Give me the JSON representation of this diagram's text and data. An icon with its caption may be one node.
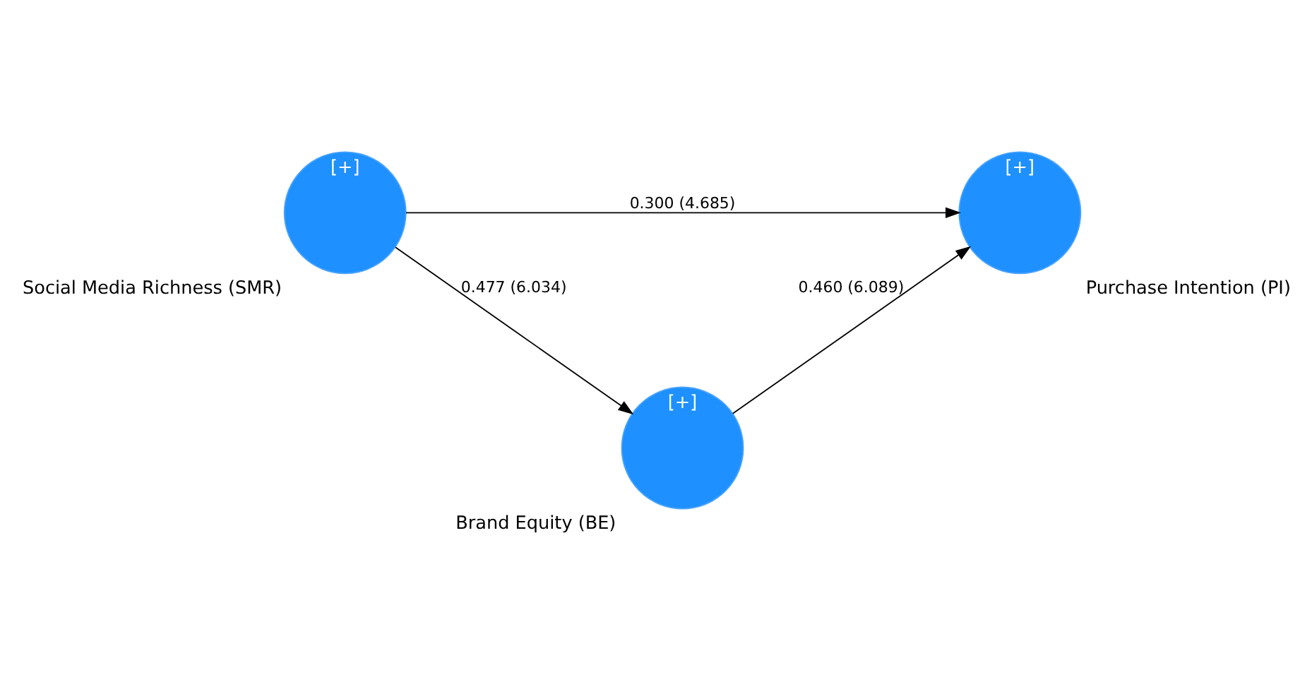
{
  "diagram": {
    "nodes": [
      {
        "text": [
          "[+]",
          "Social Media Richness (SMR)"
        ]
      },
      {
        "text": [
          "[+]",
          "Purchase Intention (PI)"
        ]
      },
      {
        "text": [
          "[+]",
          "Brand Equity (BE)"
        ]
      }
    ],
    "edges": [
      {
        "from": 0,
        "to": 1,
        "arrow": "to",
        "label": "0.300 (4.685)"
      },
      {
        "from": 0,
        "to": 2,
        "arrow": "to",
        "label": "0.477 (6.034)"
      },
      {
        "from": 2,
        "to": 1,
        "arrow": "to",
        "label": "0.460 (6.089)"
      }
    ]
  }
}
